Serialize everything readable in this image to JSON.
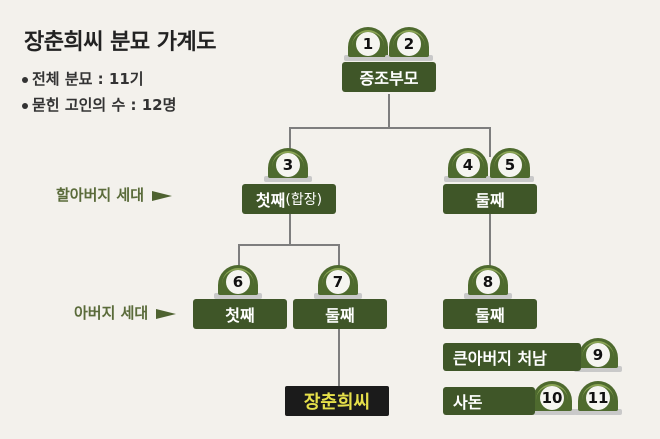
{
  "title": "장춘희씨 분묘 가계도",
  "stats": [
    {
      "label": "전체 분묘 :",
      "value": "11기"
    },
    {
      "label": "묻힌 고인의 수 :",
      "value": "12명"
    }
  ],
  "generation_labels": {
    "grandfather": "할아버지 세대",
    "father": "아버지 세대"
  },
  "graves": [
    "1",
    "2",
    "3",
    "4",
    "5",
    "6",
    "7",
    "8",
    "9",
    "10",
    "11"
  ],
  "boxes": {
    "great_grandparents": "증조부모",
    "gf_first": "첫째",
    "gf_first_note": "(합장)",
    "gf_second": "둘째",
    "f_first": "첫째",
    "f_second": "둘째",
    "right_second": "둘째",
    "great_uncle_in_law": "큰아버지 처남",
    "in_law": "사돈"
  },
  "person": "장춘희씨",
  "colors": {
    "box": "#3f5628",
    "mound": "#4e6a2e",
    "highlight": "#e6e04a"
  }
}
